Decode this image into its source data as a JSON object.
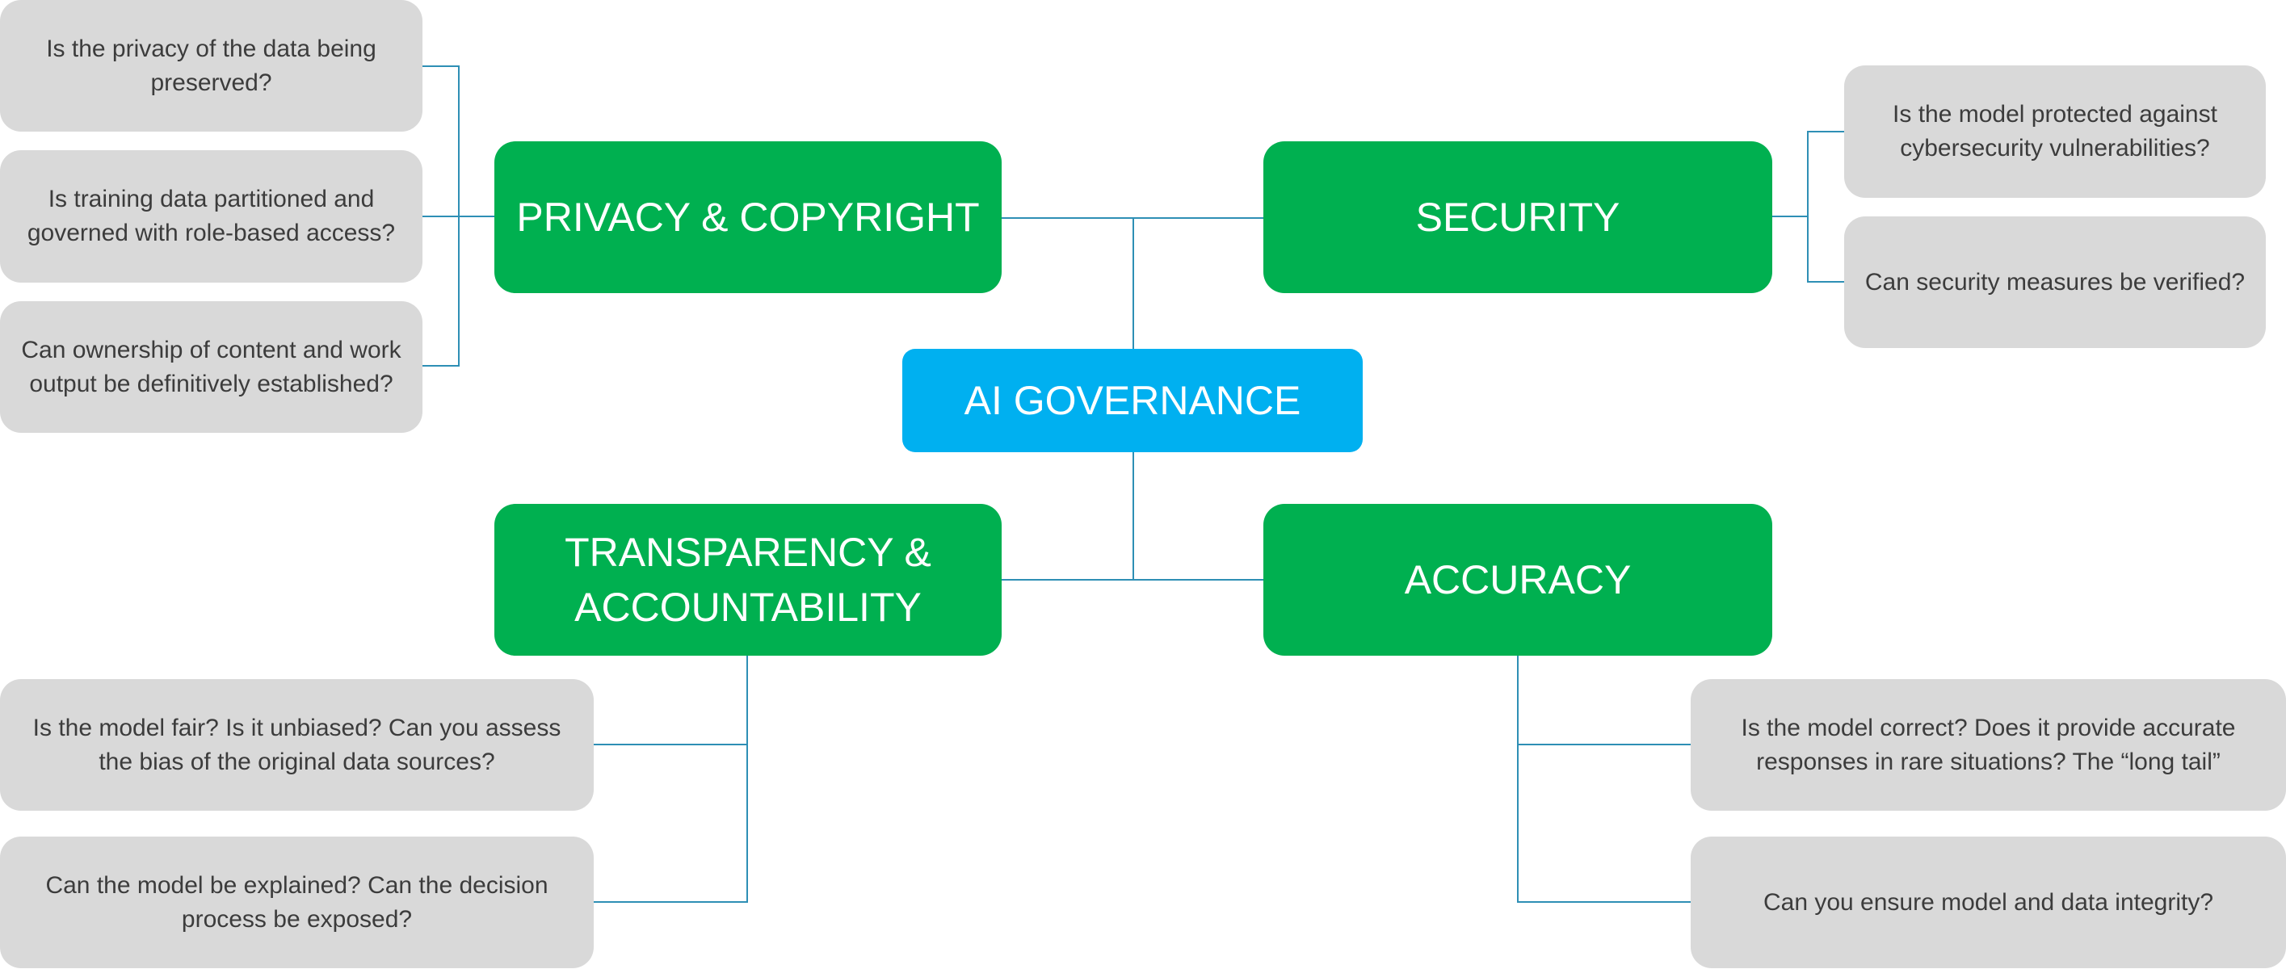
{
  "center": {
    "label": "AI GOVERNANCE"
  },
  "categories": {
    "privacy": {
      "label": "PRIVACY & COPYRIGHT",
      "questions": [
        "Is the privacy of the data being preserved?",
        "Is training data partitioned and governed with role-based access?",
        "Can ownership of content and work output be definitively established?"
      ]
    },
    "security": {
      "label": "SECURITY",
      "questions": [
        "Is the model protected against cybersecurity vulnerabilities?",
        "Can security measures be verified?"
      ]
    },
    "transparency": {
      "label": "TRANSPARENCY & ACCOUNTABILITY",
      "questions": [
        "Is the model fair? Is it unbiased? Can you assess the bias of the original data sources?",
        "Can the model be explained? Can the decision process be exposed?"
      ]
    },
    "accuracy": {
      "label": "ACCURACY",
      "questions": [
        "Is the model correct? Does it provide accurate responses in rare situations? The “long tail”",
        "Can you ensure model and data integrity?"
      ]
    }
  },
  "colors": {
    "category": "#00b050",
    "center": "#00b0f0",
    "question": "#d9d9d9",
    "connector": "#2e8fb5"
  }
}
